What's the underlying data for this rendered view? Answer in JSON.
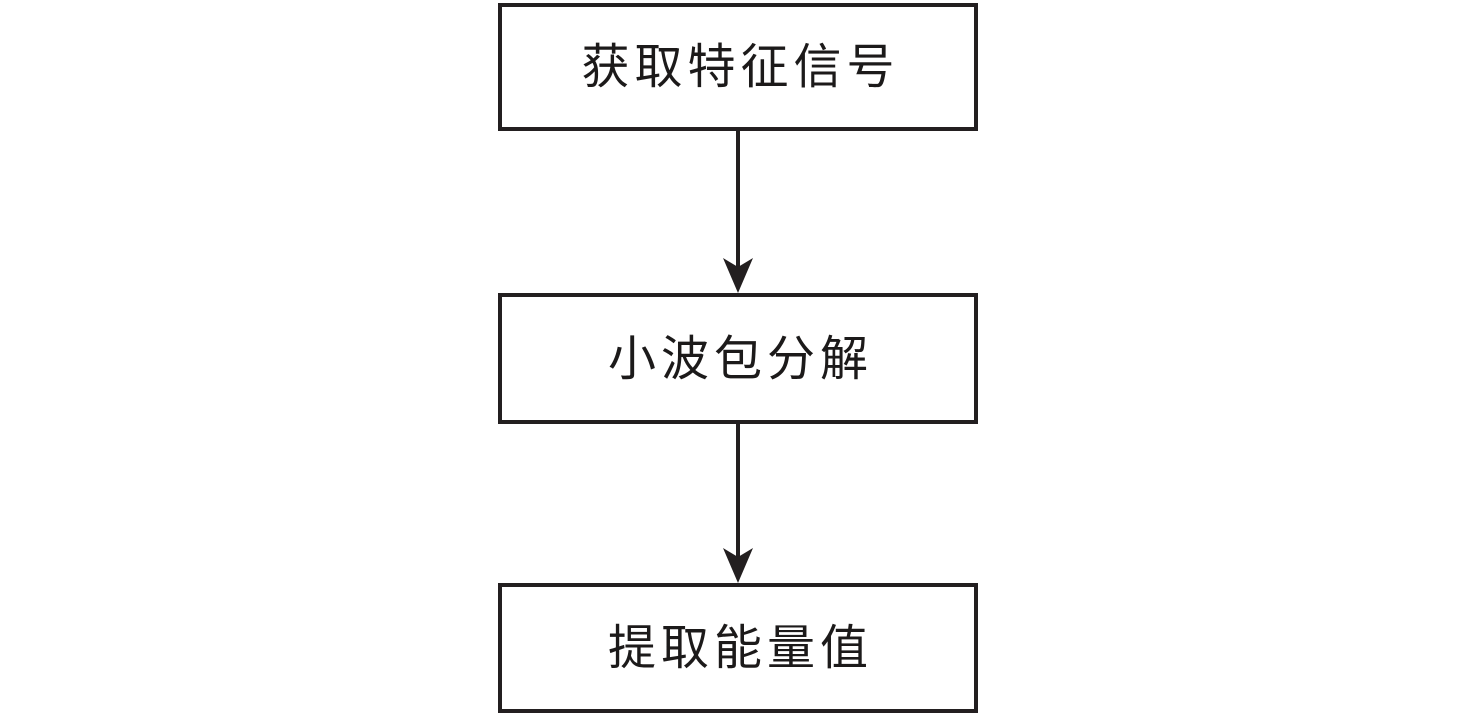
{
  "diagram": {
    "type": "flowchart",
    "direction": "top-down",
    "nodes": [
      {
        "id": "acquire-signal",
        "label": "获取特征信号"
      },
      {
        "id": "wavelet-packet-decomposition",
        "label": "小波包分解"
      },
      {
        "id": "extract-energy-value",
        "label": "提取能量值"
      }
    ],
    "edges": [
      {
        "from": "acquire-signal",
        "to": "wavelet-packet-decomposition",
        "style": "arrow-down"
      },
      {
        "from": "wavelet-packet-decomposition",
        "to": "extract-energy-value",
        "style": "arrow-down"
      }
    ],
    "colors": {
      "line": "#231f20",
      "background": "#ffffff",
      "text": "#1c1a1a"
    }
  }
}
